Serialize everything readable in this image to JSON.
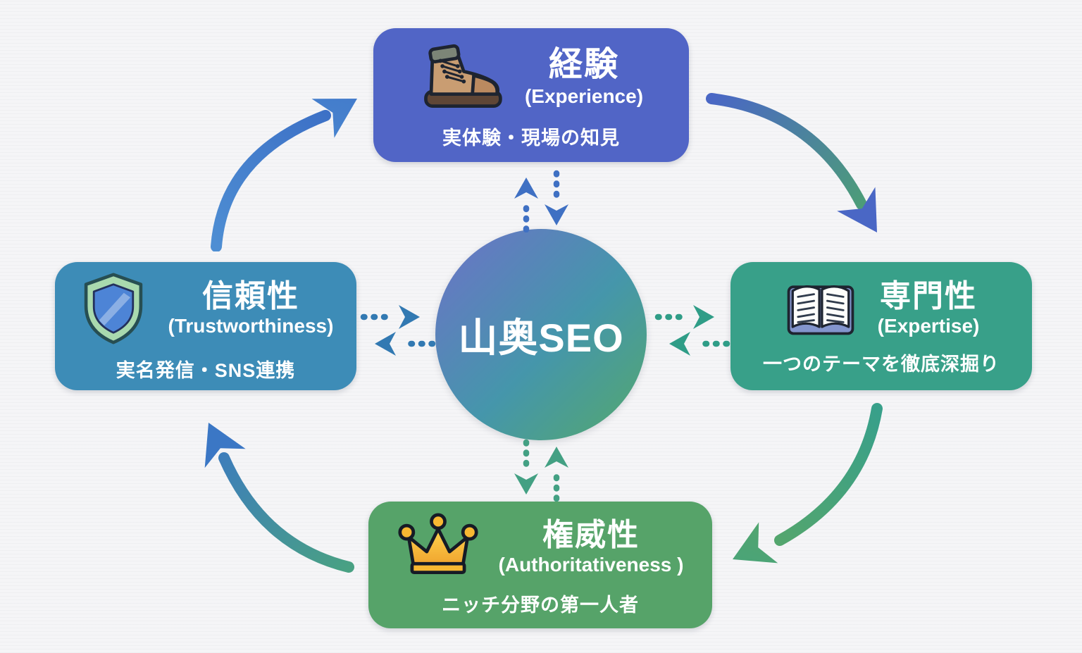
{
  "diagram": {
    "center": {
      "label": "山奥SEO"
    },
    "nodes": [
      {
        "id": "experience",
        "title": "経験",
        "subtitle": "(Experience)",
        "desc": "実体験・現場の知見",
        "color": "#5165c6",
        "icon": "hiking-boot-icon"
      },
      {
        "id": "expertise",
        "title": "専門性",
        "subtitle": "(Expertise)",
        "desc": "一つのテーマを徹底深掘り",
        "color": "#38a089",
        "icon": "open-book-icon"
      },
      {
        "id": "authoritativeness",
        "title": "権威性",
        "subtitle": "(Authoritativeness )",
        "desc": "ニッチ分野の第一人者",
        "color": "#56a369",
        "icon": "crown-icon"
      },
      {
        "id": "trustworthiness",
        "title": "信頼性",
        "subtitle": "(Trustworthiness)",
        "desc": "実名発信・SNS連携",
        "color": "#3d8cb7",
        "icon": "shield-icon"
      }
    ],
    "cycle_arrows": [
      {
        "name": "trust-to-experience",
        "colors": [
          "#4e8ed3",
          "#3a6cc4"
        ]
      },
      {
        "name": "experience-to-expertise",
        "colors": [
          "#4a67c5",
          "#4da56c"
        ]
      },
      {
        "name": "expertise-to-authority",
        "colors": [
          "#38a08a",
          "#5ba766"
        ]
      },
      {
        "name": "authority-to-trust",
        "colors": [
          "#49a183",
          "#3b77c5"
        ]
      }
    ],
    "link_arrows": [
      {
        "name": "center-experience",
        "color": "#3f70c3"
      },
      {
        "name": "center-expertise",
        "color": "#2f9d87"
      },
      {
        "name": "center-authority",
        "color": "#43a083"
      },
      {
        "name": "center-trust",
        "color": "#3279b2"
      }
    ],
    "icon_colors": {
      "boot_upper": "#c99d72",
      "boot_toe": "#bb8a60",
      "boot_sole": "#5f4636",
      "boot_collar": "#7c8577",
      "book_cover": "#8395cd",
      "book_page": "#fdfdfb",
      "crown_gold": "#f7b832",
      "crown_light": "#ffd34d",
      "crown_dark": "#f0a42e",
      "shield_outer": "#a9d9ae",
      "shield_inner": "#4d84d6"
    },
    "colors": {
      "background": "#f5f5f7",
      "center_gradient": [
        "#6d72c8",
        "#4596ab",
        "#54a86d"
      ],
      "text": "#ffffff"
    }
  }
}
